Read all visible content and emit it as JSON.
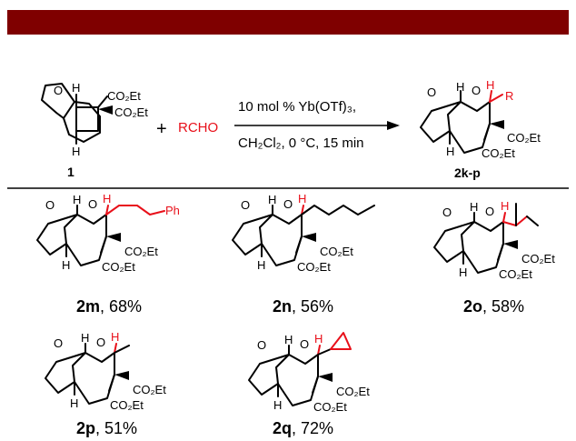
{
  "header": {
    "color": "#7f0000"
  },
  "scheme": {
    "substrate": {
      "label": "1",
      "h_top": "H",
      "h_bottom": "H",
      "o": "O",
      "ester1": "CO₂Et",
      "ester2": "CO₂Et"
    },
    "plus": "+",
    "reagent": "RCHO",
    "conditions_line1": "10 mol % Yb(OTf)₃,",
    "conditions_line2": "CH₂Cl₂, 0 °C, 15 min",
    "product": {
      "label": "2k-p",
      "h_top": "H",
      "h_red": "H",
      "r": "R",
      "o1": "O",
      "o2": "O",
      "h_bottom": "H",
      "ester1": "CO₂Et",
      "ester2": "CO₂Et"
    }
  },
  "products": [
    {
      "id": "2m",
      "yield": ", 68%",
      "substituent": "Ph"
    },
    {
      "id": "2n",
      "yield": ", 56%",
      "substituent": ""
    },
    {
      "id": "2o",
      "yield": ", 58%",
      "substituent": ""
    },
    {
      "id": "2p",
      "yield": ", 51%",
      "substituent": ""
    },
    {
      "id": "2q",
      "yield": ", 72%",
      "substituent": ""
    }
  ],
  "common": {
    "o": "O",
    "h": "H",
    "ester1": "CO₂Et",
    "ester2": "CO₂Et"
  },
  "colors": {
    "highlight": "#e8101a",
    "bond": "#000000"
  }
}
